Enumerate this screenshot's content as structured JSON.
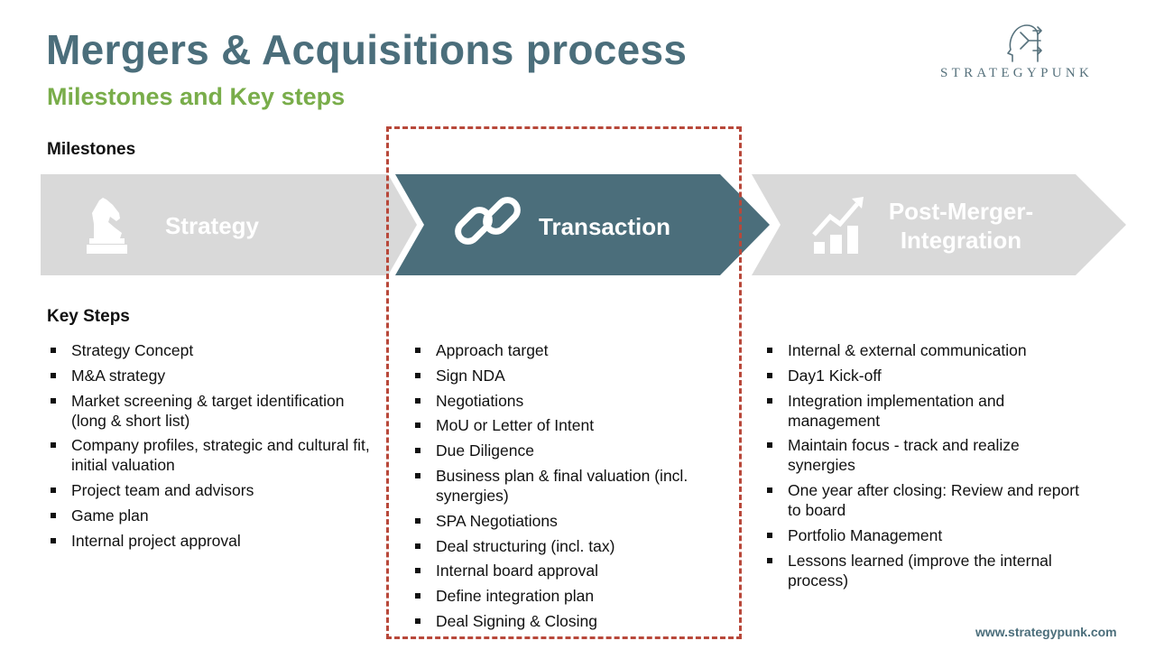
{
  "title": "Mergers & Acquisitions process",
  "subtitle": "Milestones and Key steps",
  "logo_text": "STRATEGYPUNK",
  "milestones_label": "Milestones",
  "key_steps_label": "Key Steps",
  "phases": [
    {
      "label": "Strategy",
      "icon": "chess-knight-icon",
      "highlighted": false
    },
    {
      "label": "Transaction",
      "icon": "chain-link-icon",
      "highlighted": true
    },
    {
      "label": "Post-Merger-Integration",
      "icon": "growth-chart-icon",
      "highlighted": false
    }
  ],
  "steps": {
    "strategy": [
      "Strategy Concept",
      "M&A strategy",
      "Market screening & target identification (long & short list)",
      "Company profiles, strategic and cultural fit, initial valuation",
      "Project team and advisors",
      "Game plan",
      "Internal project approval"
    ],
    "transaction": [
      "Approach target",
      "Sign NDA",
      "Negotiations",
      "MoU or Letter of Intent",
      "Due Diligence",
      "Business plan & final valuation (incl. synergies)",
      "SPA Negotiations",
      "Deal structuring (incl. tax)",
      "Internal board approval",
      "Define integration plan",
      "Deal Signing & Closing"
    ],
    "pmi": [
      "Internal & external communication",
      "Day1 Kick-off",
      "Integration implementation and management",
      "Maintain focus - track and realize synergies",
      "One year after closing: Review and report to board",
      "Portfolio Management",
      "Lessons learned (improve the internal process)"
    ]
  },
  "website": "www.strategypunk.com",
  "colors": {
    "title": "#4b6e7b",
    "subtitle": "#79ad4a",
    "arrow_inactive": "#d9d9d9",
    "arrow_active": "#4b6e7b",
    "dashed_box": "#b8483a"
  }
}
